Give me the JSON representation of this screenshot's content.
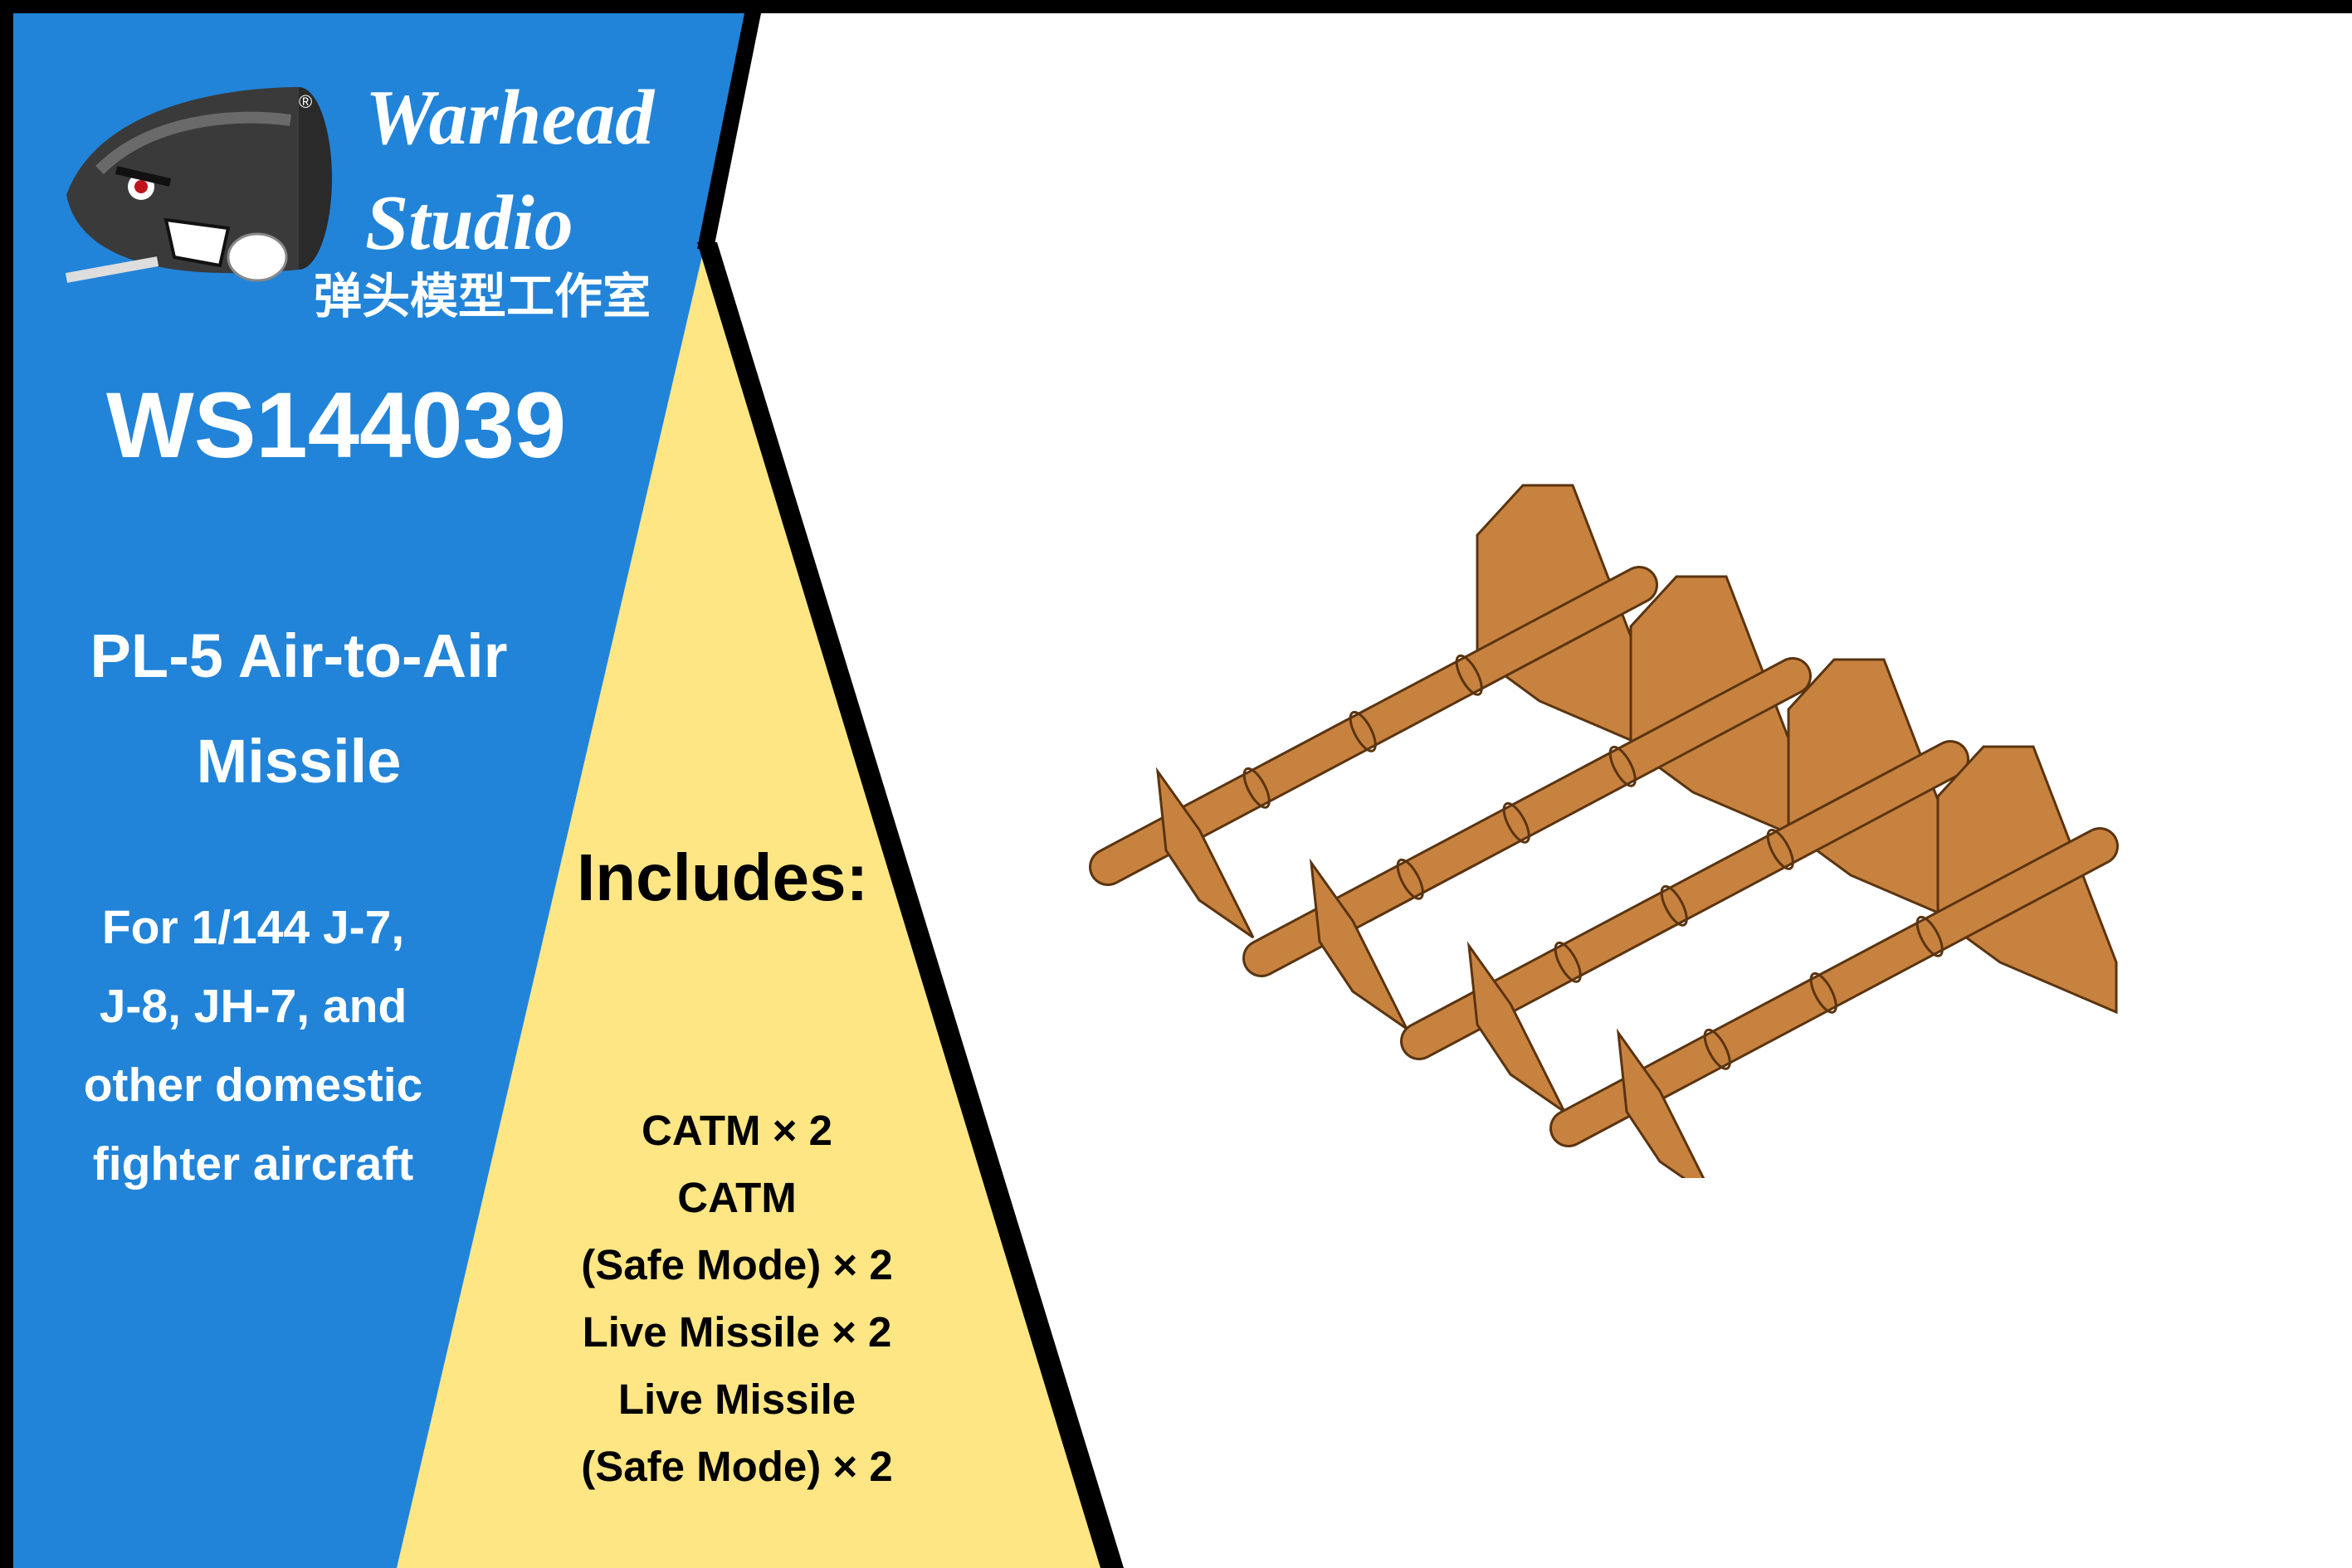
{
  "brand": {
    "name_line1": "Warhead",
    "name_line2": "Studio",
    "name_cn": "弹头模型工作室",
    "registered_mark": "®"
  },
  "product": {
    "code": "WS144039",
    "title_line1": "PL-5 Air-to-Air",
    "title_line2": "Missile",
    "fit_lines": [
      "For 1/144 J-7,",
      "J-8, JH-7, and",
      "other domestic",
      "fighter aircraft"
    ]
  },
  "includes": {
    "heading": "Includes:",
    "lines": [
      "CATM × 2",
      "CATM",
      "(Safe Mode)  × 2",
      "Live Missile  × 2",
      "Live Missile",
      "(Safe Mode)  × 2"
    ]
  },
  "colors": {
    "blue_panel": "#2184d9",
    "yellow_panel": "#fde683",
    "missile": "#c8823f",
    "black": "#000000"
  },
  "icons": [
    "warhead-mascot-icon",
    "missile-render"
  ]
}
